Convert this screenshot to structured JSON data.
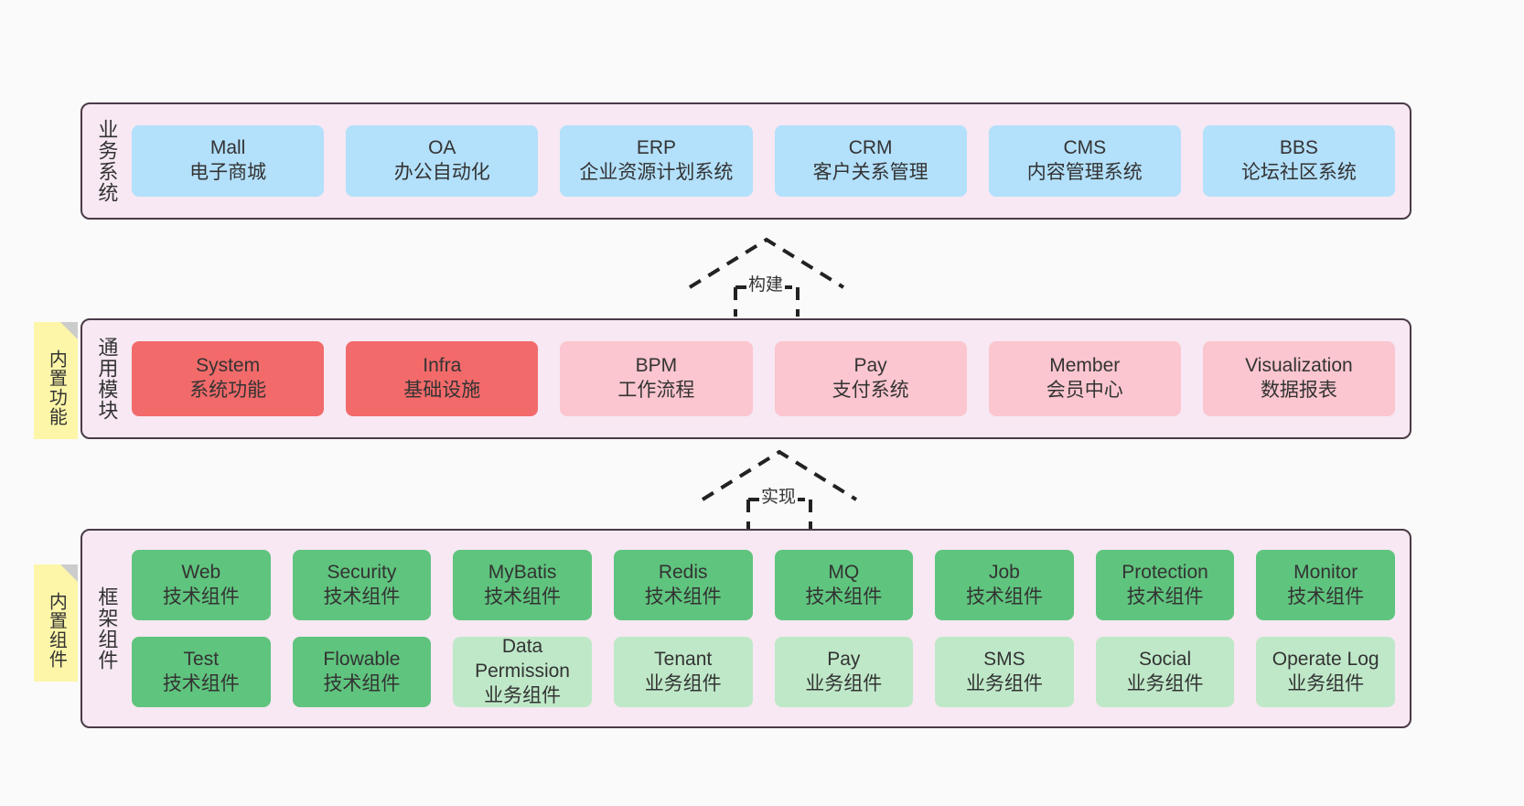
{
  "diagram": {
    "background_color": "#fafafa",
    "layer_fill": "#f7e8f3",
    "layer_border": "#4a3b47",
    "note_color": "#fdf6a8",
    "colors": {
      "business": "#b3e0fb",
      "module_core": "#f26a6a",
      "module_optional": "#fbc6cf",
      "tech_component": "#5fc47e",
      "business_component": "#bfe8c8"
    }
  },
  "layers": [
    {
      "id": "business",
      "label": "业务系统",
      "rows": [
        [
          {
            "name": "Mall",
            "sub": "电子商城",
            "color": "business"
          },
          {
            "name": "OA",
            "sub": "办公自动化",
            "color": "business"
          },
          {
            "name": "ERP",
            "sub": "企业资源计划系统",
            "color": "business"
          },
          {
            "name": "CRM",
            "sub": "客户关系管理",
            "color": "business"
          },
          {
            "name": "CMS",
            "sub": "内容管理系统",
            "color": "business"
          },
          {
            "name": "BBS",
            "sub": "论坛社区系统",
            "color": "business"
          }
        ]
      ]
    },
    {
      "id": "modules",
      "label": "通用模块",
      "note": "内置功能",
      "rows": [
        [
          {
            "name": "System",
            "sub": "系统功能",
            "color": "module_core"
          },
          {
            "name": "Infra",
            "sub": "基础设施",
            "color": "module_core"
          },
          {
            "name": "BPM",
            "sub": "工作流程",
            "color": "module_optional"
          },
          {
            "name": "Pay",
            "sub": "支付系统",
            "color": "module_optional"
          },
          {
            "name": "Member",
            "sub": "会员中心",
            "color": "module_optional"
          },
          {
            "name": "Visualization",
            "sub": "数据报表",
            "color": "module_optional"
          }
        ]
      ]
    },
    {
      "id": "framework",
      "label": "框架组件",
      "note": "内置组件",
      "rows": [
        [
          {
            "name": "Web",
            "sub": "技术组件",
            "color": "tech_component"
          },
          {
            "name": "Security",
            "sub": "技术组件",
            "color": "tech_component"
          },
          {
            "name": "MyBatis",
            "sub": "技术组件",
            "color": "tech_component"
          },
          {
            "name": "Redis",
            "sub": "技术组件",
            "color": "tech_component"
          },
          {
            "name": "MQ",
            "sub": "技术组件",
            "color": "tech_component"
          },
          {
            "name": "Job",
            "sub": "技术组件",
            "color": "tech_component"
          },
          {
            "name": "Protection",
            "sub": "技术组件",
            "color": "tech_component"
          },
          {
            "name": "Monitor",
            "sub": "技术组件",
            "color": "tech_component"
          }
        ],
        [
          {
            "name": "Test",
            "sub": "技术组件",
            "color": "tech_component"
          },
          {
            "name": "Flowable",
            "sub": "技术组件",
            "color": "tech_component"
          },
          {
            "name": "Data Permission",
            "sub": "业务组件",
            "color": "business_component"
          },
          {
            "name": "Tenant",
            "sub": "业务组件",
            "color": "business_component"
          },
          {
            "name": "Pay",
            "sub": "业务组件",
            "color": "business_component"
          },
          {
            "name": "SMS",
            "sub": "业务组件",
            "color": "business_component"
          },
          {
            "name": "Social",
            "sub": "业务组件",
            "color": "business_component"
          },
          {
            "name": "Operate Log",
            "sub": "业务组件",
            "color": "business_component"
          }
        ]
      ]
    }
  ],
  "arrows": [
    {
      "id": "build",
      "label": "构建",
      "from": "modules",
      "to": "business",
      "style": "dashed-hollow-triangle"
    },
    {
      "id": "implement",
      "label": "实现",
      "from": "framework",
      "to": "modules",
      "style": "dashed-hollow-triangle"
    }
  ]
}
